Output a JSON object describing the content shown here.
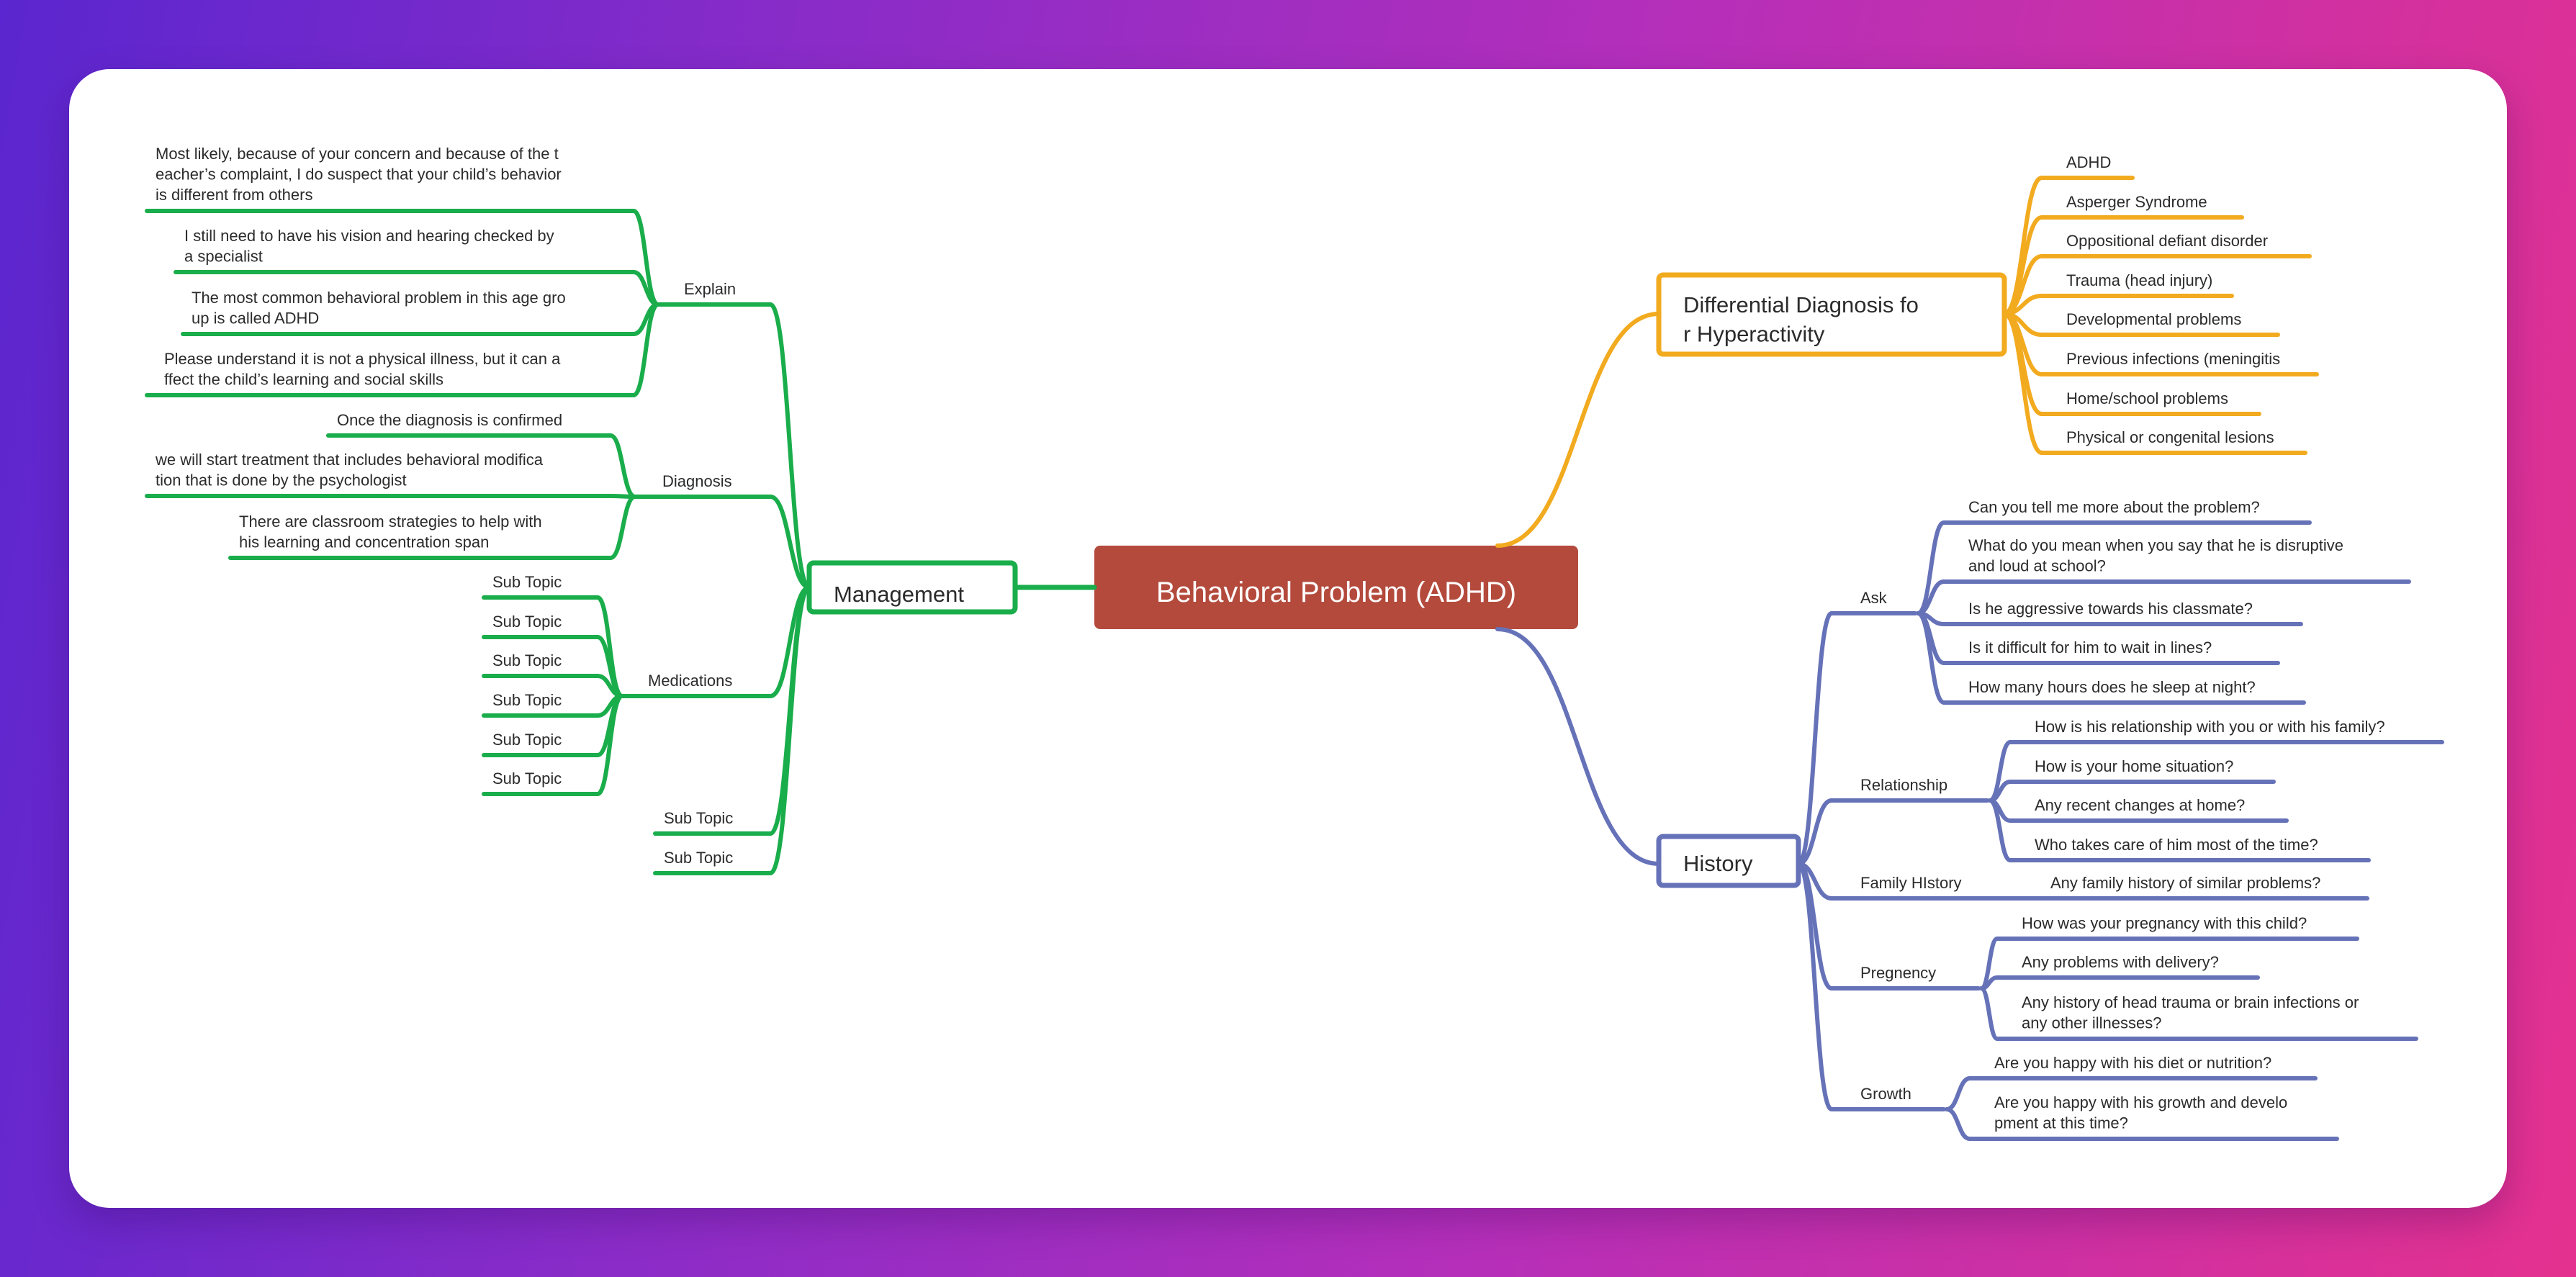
{
  "central": {
    "label": "Behavioral Problem (ADHD)",
    "color": "#b34a3c"
  },
  "colors": {
    "management": "#1aad4b",
    "differential": "#f2aa1f",
    "history": "#6672b8"
  },
  "differential": {
    "title": [
      "Differential Diagnosis fo",
      "r Hyperactivity"
    ],
    "items": [
      "ADHD",
      "Asperger Syndrome",
      "Oppositional defiant disorder",
      "Trauma (head injury)",
      "Developmental problems",
      "Previous infections (meningitis",
      "Home/school problems",
      "Physical or congenital lesions"
    ]
  },
  "history": {
    "title": "History",
    "groups": [
      {
        "label": "Ask",
        "items": [
          [
            "Can you tell me more about the problem?"
          ],
          [
            "What do you mean when you say that he is disruptive",
            "and loud at school?"
          ],
          [
            "Is he aggressive towards his classmate?"
          ],
          [
            "Is it difficult for him to wait in lines?"
          ],
          [
            "How many hours does he sleep at night?"
          ]
        ]
      },
      {
        "label": "Relationship",
        "items": [
          [
            "How is his relationship with you or with his family?"
          ],
          [
            "How is your home situation?"
          ],
          [
            "Any recent changes at home?"
          ],
          [
            "Who takes care of him most of the time?"
          ]
        ]
      },
      {
        "label": "Family HIstory",
        "items": [
          [
            "Any family history of similar problems?"
          ]
        ]
      },
      {
        "label": "Pregnency",
        "items": [
          [
            "How was your pregnancy with this child?"
          ],
          [
            "Any problems with delivery?"
          ],
          [
            "Any history of head trauma or brain infections or",
            "any other illnesses?"
          ]
        ]
      },
      {
        "label": "Growth",
        "items": [
          [
            "Are you happy with his diet or nutrition?"
          ],
          [
            "Are you happy with his growth and develo",
            "pment at this time?"
          ]
        ]
      }
    ]
  },
  "management": {
    "title": "Management",
    "groups": [
      {
        "label": "Explain",
        "items": [
          [
            "Most likely, because of your concern and because of the t",
            "eacher’s complaint, I do suspect that your child’s behavior",
            "is different from others"
          ],
          [
            "I still need to have his vision and hearing checked by",
            "a specialist"
          ],
          [
            "The most common behavioral problem in this age gro",
            "up is called ADHD"
          ],
          [
            "Please understand it is not a physical illness, but it can a",
            "ffect the child’s learning and social skills"
          ]
        ]
      },
      {
        "label": "Diagnosis",
        "items": [
          [
            "Once the diagnosis is confirmed"
          ],
          [
            "we will start treatment that includes behavioral modifica",
            "tion that is done by the psychologist"
          ],
          [
            "There are classroom strategies to help with",
            "his learning and concentration span"
          ]
        ]
      },
      {
        "label": "Medications",
        "items": [
          [
            "Sub Topic"
          ],
          [
            "Sub Topic"
          ],
          [
            "Sub Topic"
          ],
          [
            "Sub Topic"
          ],
          [
            "Sub Topic"
          ],
          [
            "Sub Topic"
          ]
        ]
      },
      {
        "label": "Sub Topic",
        "items": []
      },
      {
        "label": "Sub Topic",
        "items": []
      }
    ]
  }
}
